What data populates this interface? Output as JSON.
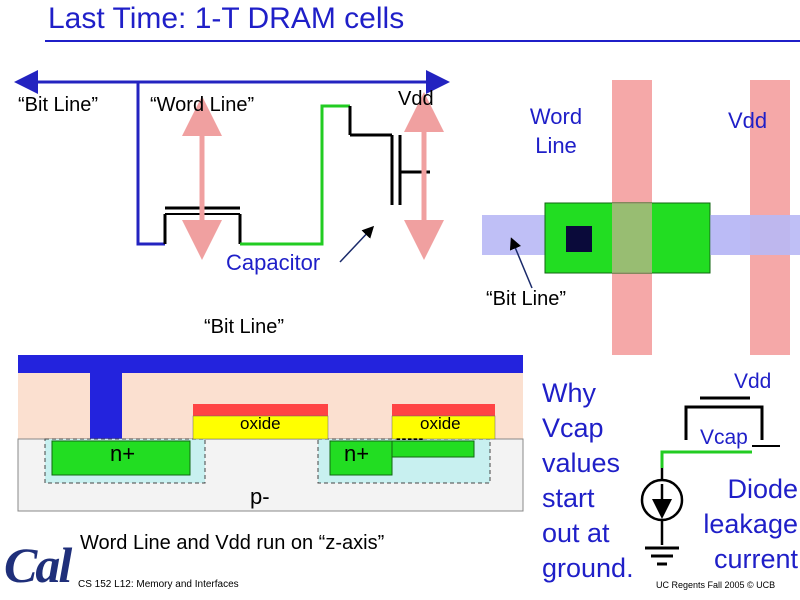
{
  "slide": {
    "title": "Last Time: 1-T DRAM cells",
    "footer_course": "CS 152 L12: Memory and Interfaces",
    "footer_copyright": "UC Regents Fall 2005 © UCB",
    "logo_text": "Cal"
  },
  "schematic": {
    "bit_line_label": "“Bit Line”",
    "word_line_label": "“Word Line”",
    "vdd_label": "Vdd",
    "capacitor_label": "Capacitor"
  },
  "layout_view": {
    "word_line_label": "Word Line",
    "vdd_label": "Vdd",
    "bit_line_label": "“Bit Line”"
  },
  "cross_section": {
    "bit_line_label": "“Bit Line”",
    "oxide_left": "oxide",
    "oxide_right": "oxide",
    "nplus_left": "n+",
    "nplus_right": "n+",
    "substrate": "p-",
    "dashes": "-----",
    "note": "Word Line and Vdd run on “z-axis”"
  },
  "leakage": {
    "question_lines": [
      "Why",
      "Vcap",
      "values",
      "start",
      "out at",
      "ground."
    ],
    "vdd_label": "Vdd",
    "vcap_label": "Vcap",
    "diode_lines": [
      "Diode",
      "leakage",
      "current"
    ]
  },
  "colors": {
    "title_blue": "#1f1fc8",
    "bit_line_blue": "#2323c0",
    "wire_green": "#22cc22",
    "arrow_pink": "#f0a0a0",
    "vdd_stripe": "#f5a8a8",
    "word_stripe": "#b8b8f5",
    "diffusion_green": "#22dd22",
    "contact": "#0a0a3a",
    "metal_blue": "#2323dd",
    "oxide_yellow": "#ffff00",
    "gate_red": "#ff4444",
    "substrate_peach": "#fbe0d0",
    "well_cyan": "#c8f0f0"
  }
}
